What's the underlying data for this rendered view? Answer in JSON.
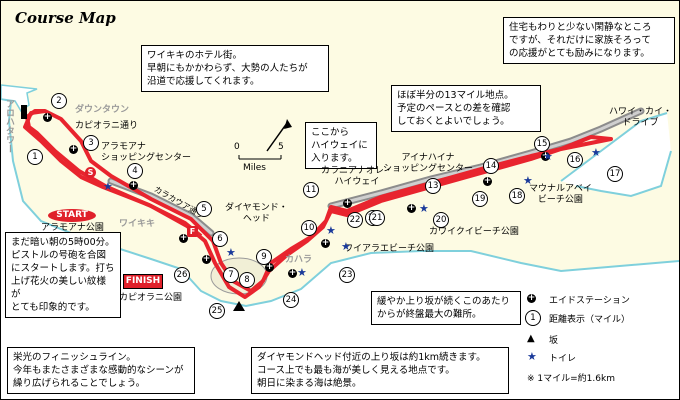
{
  "map": {
    "title": "Course Map",
    "colors": {
      "route": "#e8242e",
      "land": "#fdfbe3",
      "sea": "#ffffff",
      "coast": "#7fd0dc",
      "highway": "#8c8c8c",
      "toilet": "#1a3a9a"
    },
    "scale": {
      "zero": "0",
      "five": "5",
      "unit": "Miles"
    },
    "markers": {
      "start_flag": "S",
      "finish_flag": "F",
      "start_label": "START",
      "finish_label": "FINISH"
    },
    "places": {
      "aloha_tower": "アロハタワー",
      "downtown": "ダウンタウン",
      "kapiolani_st": "カピオラニ通り",
      "ala_moana_center": "アラモアナ\nショッピングセンター",
      "ala_moana_park": "アラモアナ公園",
      "waikiki": "ワイキキ",
      "kalakaua": "カラカウア通り",
      "diamond_head": "ダイヤモンド・\nヘッド",
      "kapiolani_park": "カピオラニ公園",
      "kahala": "カハラ",
      "waialae_park": "ワイアラエビーチ公園",
      "kalanianaole": "カラニアナオレ・\nハイウェイ",
      "aina_haina": "アイナハイナ\nショッピングセンター",
      "kawaikui_park": "カワイクイビーチ公園",
      "hawaii_kai": "ハワイ・カイ・\nドライブ",
      "maunalua_park": "マウナルアベイ\nビーチ公園"
    },
    "notes": {
      "start_note": "まだ暗い朝の5時00分。\nピストルの号砲を合図\nにスタートします。打ち\n上げ花火の美しい紋様が\nとても印象的です。",
      "hotel_note": "ワイキキのホテル街。\n早朝にもかかわらず、大勢の人たちが\n沿道で応援してくれます。",
      "highway_note": "ここから\nハイウェイに\n入ります。",
      "halfway_note": "ほぼ半分の13マイル地点。\n予定のペースとの差を確認\nしておくとよいでしょう。",
      "residential_note": "住宅もわりと少ない閑静なところ\nですが、それだけに家族そろって\nの応援がとても励みになります。",
      "hill_note": "緩やか上り坂が続くこのあたり\nからが終盤最大の難所。",
      "diamond_note": "ダイヤモンドヘッド付近の上り坂は約1km続きます。\nコース上でも最も海が美しく見える地点です。\n朝日に染まる海は絶景。",
      "finish_note": "栄光のフィニッシュライン。\n今年もまたさまざまな感動的なシーンが\n繰り広げられることでしょう。"
    },
    "legend": {
      "aid_station": "エイドステーション",
      "distance_marker": "距離表示（マイル）",
      "distance_sample": "1",
      "slope": "坂",
      "toilet": "トイレ",
      "conversion": "※ 1マイル=約1.6km"
    },
    "mile_markers": [
      "1",
      "2",
      "3",
      "4",
      "5",
      "6",
      "7",
      "8",
      "9",
      "10",
      "11",
      "12",
      "13",
      "14",
      "15",
      "16",
      "17",
      "18",
      "19",
      "20",
      "21",
      "22",
      "23",
      "24",
      "25",
      "26"
    ]
  }
}
